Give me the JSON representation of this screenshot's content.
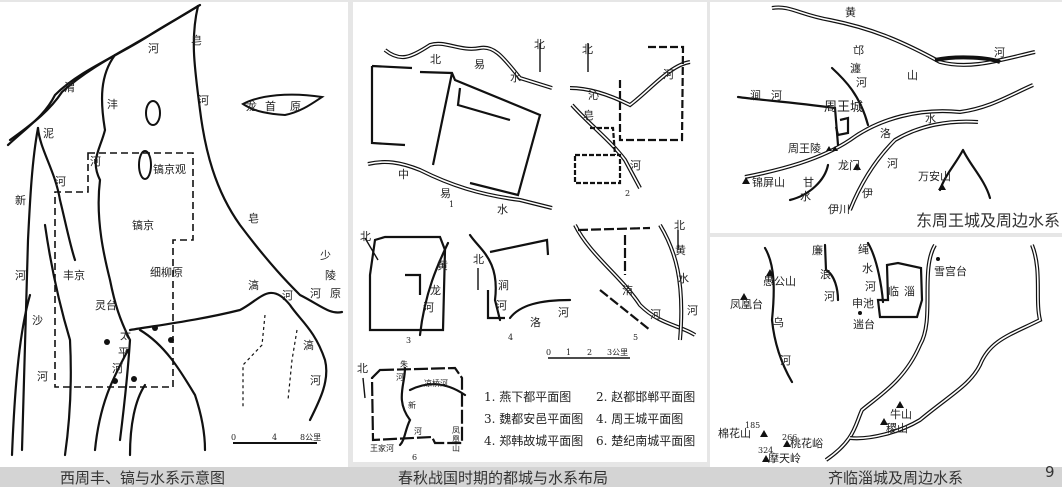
{
  "page_number": "9",
  "captions": {
    "map1": "西周丰、镐与水系示意图",
    "map2": "春秋战国时期的都城与水系布局",
    "map3": "东周王城及周边水系",
    "map4": "齐临淄城及周边水系"
  },
  "map1": {
    "labels": [
      "皂",
      "河",
      "渭",
      "沣",
      "河",
      "龙",
      "首",
      "原",
      "泥",
      "河",
      "镐京观",
      "河",
      "新",
      "镐京",
      "皂",
      "少",
      "陵",
      "细柳原",
      "河",
      "丰京",
      "滈",
      "河",
      "河",
      "原",
      "灵台",
      "沙",
      "太",
      "平",
      "河",
      "滈",
      "河",
      "河"
    ],
    "scale": [
      "0",
      "4",
      "8公里"
    ]
  },
  "map2": {
    "labels": [
      "北",
      "易",
      "水",
      "中",
      "易",
      "水",
      "1",
      "北",
      "北",
      "沁",
      "皂",
      "河",
      "河",
      "2",
      "北",
      "黄",
      "龙",
      "河",
      "3",
      "北",
      "涧",
      "河",
      "洛",
      "河",
      "4",
      "北",
      "黄",
      "水",
      "洧",
      "河",
      "河",
      "5",
      "北",
      "朱",
      "河",
      "凉桥河",
      "新",
      "河",
      "凤",
      "凰",
      "山",
      "王家河",
      "6"
    ],
    "scale": [
      "0",
      "1",
      "2",
      "3公里"
    ],
    "legend": [
      "1. 燕下都平面图",
      "2. 赵都邯郸平面图",
      "3. 魏都安邑平面图",
      "4. 周王城平面图",
      "4. 郑韩故城平面图",
      "6. 楚纪南城平面图"
    ]
  },
  "map3": {
    "labels": [
      "黄",
      "邙",
      "河",
      "瀍",
      "河",
      "山",
      "涧",
      "河",
      "周王城",
      "水",
      "洛",
      "周王陵",
      "河",
      "龙门",
      "锦屏山",
      "万安山",
      "甘",
      "水",
      "伊",
      "伊川"
    ]
  },
  "map4": {
    "labels": [
      "廉",
      "浪",
      "河",
      "绳",
      "水",
      "河",
      "雪宫台",
      "愚公山",
      "临",
      "淄",
      "凤凰台",
      "申池",
      "遄台",
      "乌",
      "河",
      "牛山",
      "稷山",
      "185",
      "棉花山",
      "266",
      "桃花峪",
      "324",
      "摩天岭"
    ]
  }
}
